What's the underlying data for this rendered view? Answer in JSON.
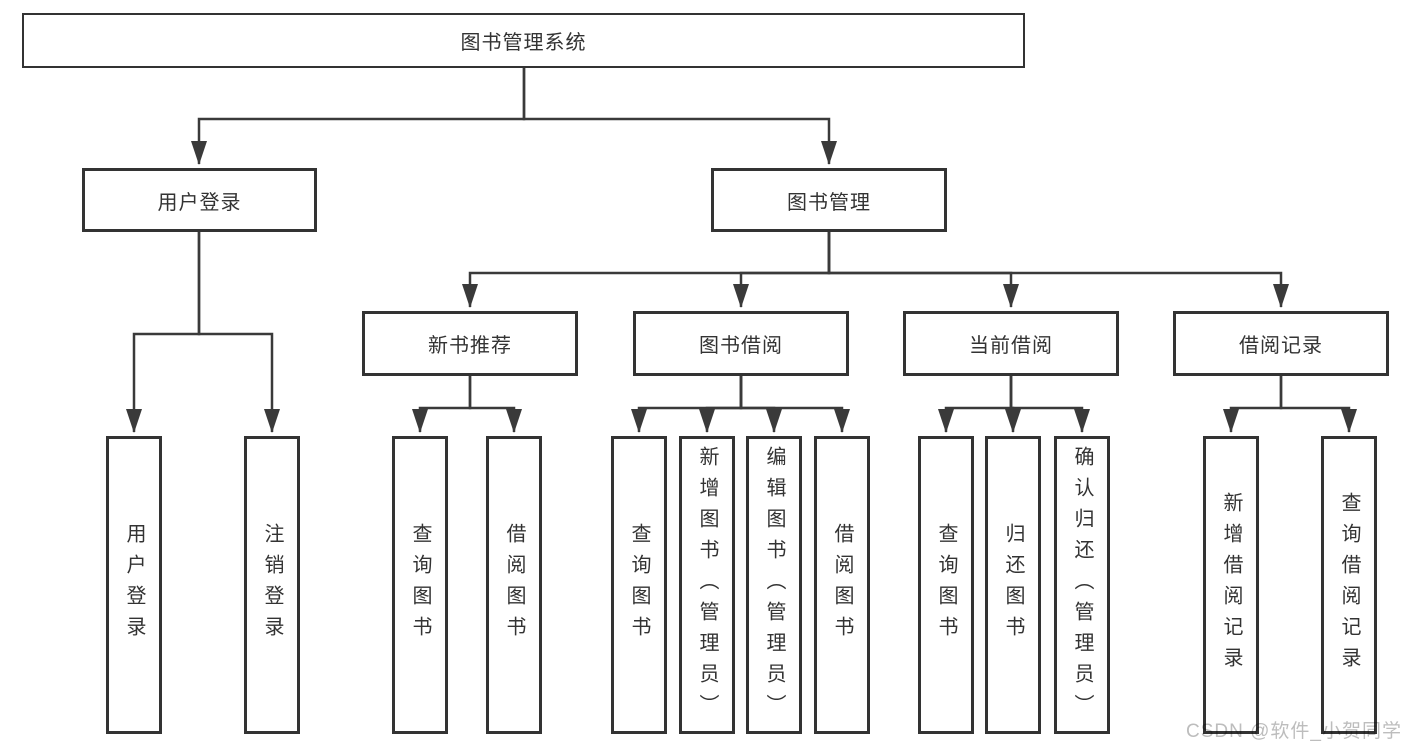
{
  "tree": {
    "root": "图书管理系统",
    "level1": [
      "用户登录",
      "图书管理"
    ],
    "level2": [
      "新书推荐",
      "图书借阅",
      "当前借阅",
      "借阅记录"
    ],
    "leaves_user_login": [
      "用户登录",
      "注销登录"
    ],
    "leaves_new_book": [
      "查询图书",
      "借阅图书"
    ],
    "leaves_book_borrow": [
      "查询图书",
      "新增图书（管理员）",
      "编辑图书（管理员）",
      "借阅图书"
    ],
    "leaves_current_borrow": [
      "查询图书",
      "归还图书",
      "确认归还（管理员）"
    ],
    "leaves_borrow_record": [
      "新增借阅记录",
      "查询借阅记录"
    ]
  },
  "watermark": {
    "text": "CSDN @软件_小贺同学"
  },
  "colors": {
    "line": "#3a3a3a",
    "border": "#333333",
    "text": "#333333",
    "background": "#ffffff",
    "watermark": "#bdbdbd"
  }
}
